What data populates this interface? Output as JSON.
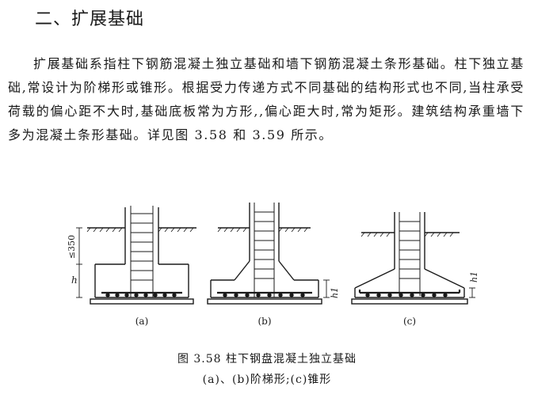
{
  "heading": "二、扩展基础",
  "paragraph": "扩展基础系指柱下钢筋混凝土独立基础和墙下钢筋混凝土条形基础。柱下独立基础,常设计为阶梯形或锥形。根据受力传递方式不同基础的结构形式也不同,当柱承受荷载的偏心距不大时,基础底板常为方形,,偏心距大时,常为矩形。建筑结构承重墙下多为混凝土条形基础。详见图 3.58 和 3.59 所示。",
  "figure": {
    "labels": {
      "a": "(a)",
      "b": "(b)",
      "c": "(c)"
    },
    "dims": {
      "le350": "≤350",
      "h": "h",
      "h1": "h1"
    },
    "caption_main": "图 3.58   柱下钢盘混凝土独立基础",
    "caption_sub": "(a)、(b)阶梯形;(c)锥形"
  }
}
